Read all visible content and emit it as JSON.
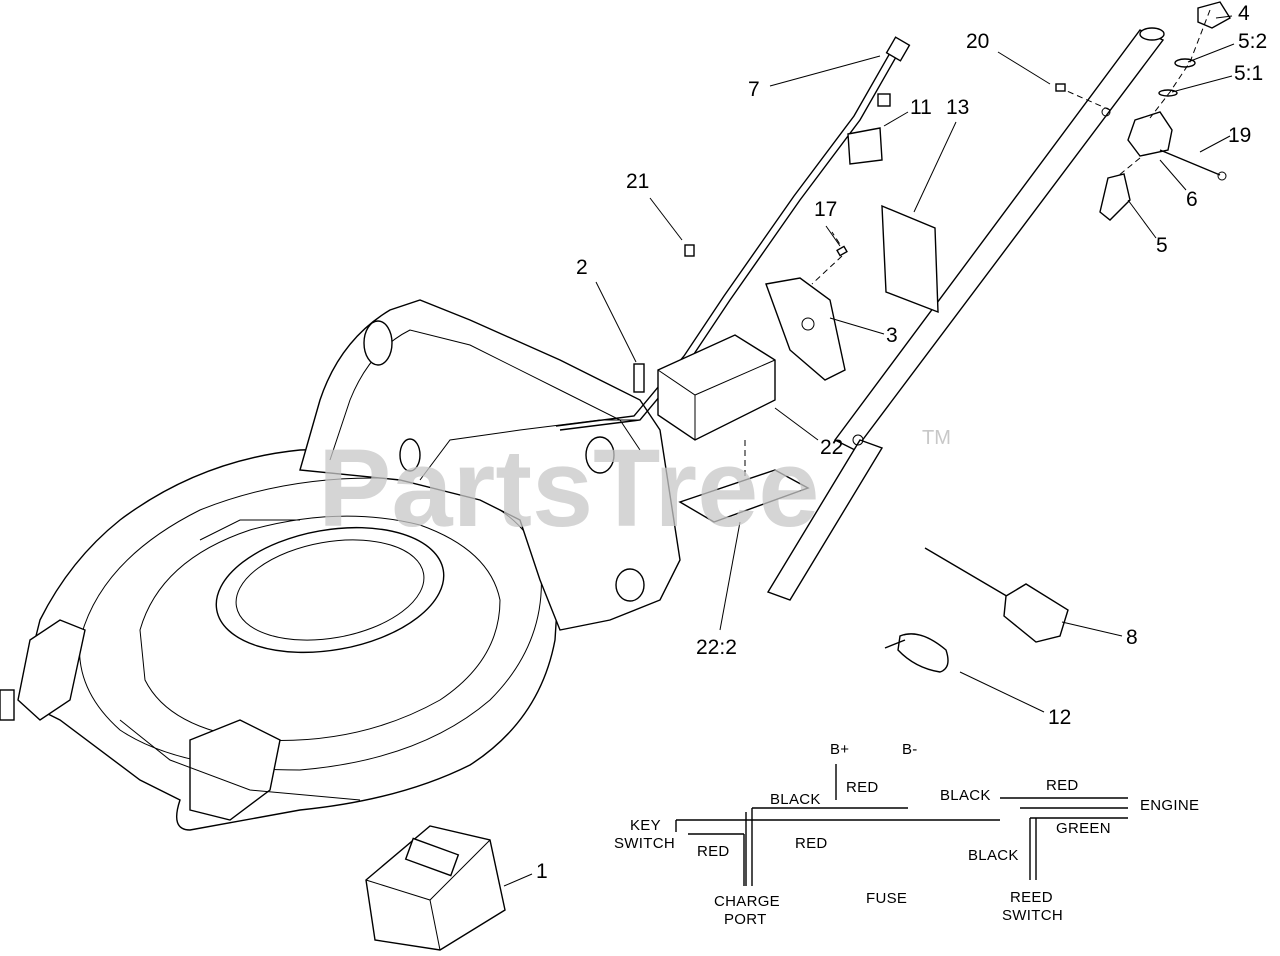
{
  "watermark": {
    "text": "PartsTree",
    "tm": "TM"
  },
  "callouts": [
    {
      "id": "c4",
      "label": "4"
    },
    {
      "id": "c5-2",
      "label": "5:2"
    },
    {
      "id": "c5-1",
      "label": "5:1"
    },
    {
      "id": "c20",
      "label": "20"
    },
    {
      "id": "c19",
      "label": "19"
    },
    {
      "id": "c6",
      "label": "6"
    },
    {
      "id": "c5",
      "label": "5"
    },
    {
      "id": "c7",
      "label": "7"
    },
    {
      "id": "c11",
      "label": "11"
    },
    {
      "id": "c13",
      "label": "13"
    },
    {
      "id": "c21",
      "label": "21"
    },
    {
      "id": "c17",
      "label": "17"
    },
    {
      "id": "c2",
      "label": "2"
    },
    {
      "id": "c3",
      "label": "3"
    },
    {
      "id": "c22",
      "label": "22"
    },
    {
      "id": "c22-2",
      "label": "22:2"
    },
    {
      "id": "c8",
      "label": "8"
    },
    {
      "id": "c12",
      "label": "12"
    },
    {
      "id": "c1",
      "label": "1"
    }
  ],
  "wiring": {
    "b_plus": "B+",
    "b_minus": "B-",
    "red_top": "RED",
    "black_left": "BLACK",
    "black_right": "BLACK",
    "red_right": "RED",
    "engine": "ENGINE",
    "key": "KEY",
    "switch": "SWITCH",
    "red_key": "RED",
    "red_mid": "RED",
    "green": "GREEN",
    "black_lower": "BLACK",
    "charge": "CHARGE",
    "port": "PORT",
    "fuse": "FUSE",
    "reed": "REED",
    "reed_switch": "SWITCH"
  }
}
